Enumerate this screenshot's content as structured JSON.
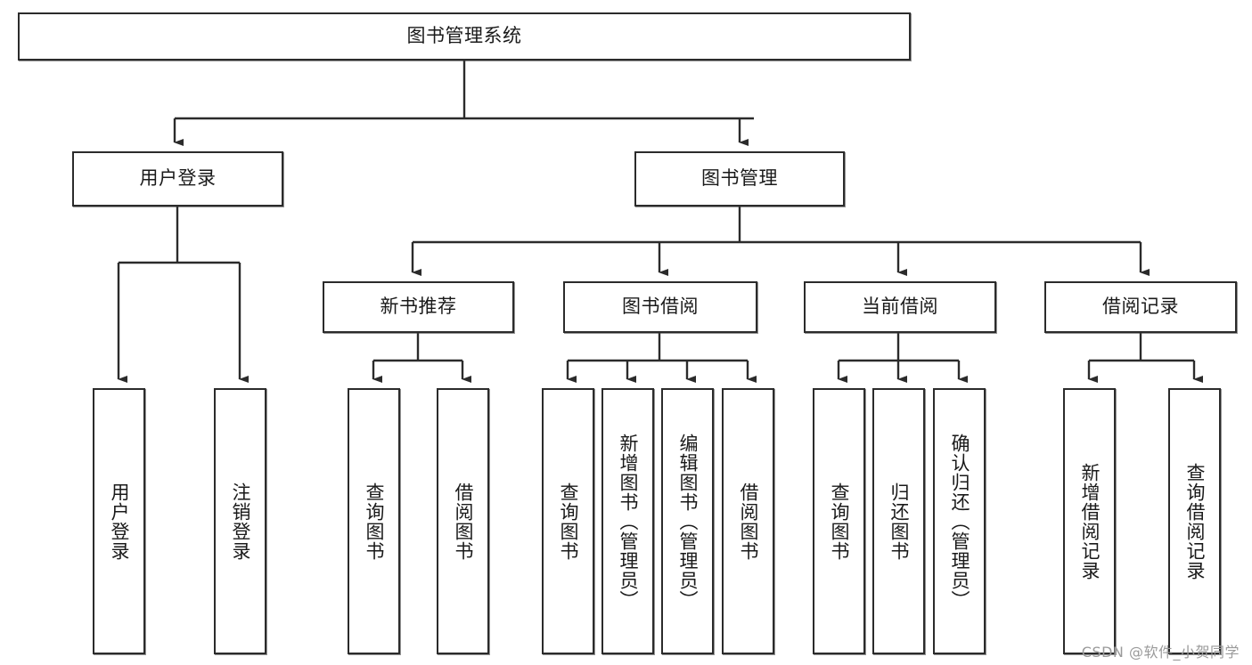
{
  "diagram": {
    "type": "tree",
    "title": "图书管理系统",
    "watermark": "CSDN @软件_小贺同学",
    "colors": {
      "box_border": "#2b2b2b",
      "box_fill": "#ffffff",
      "connector": "#2b2b2b",
      "text": "#1a1a1a",
      "watermark": "#9a9a9a"
    },
    "root": {
      "label": "图书管理系统"
    },
    "level2": [
      {
        "label": "用户登录"
      },
      {
        "label": "图书管理"
      }
    ],
    "level3": [
      {
        "label": "新书推荐"
      },
      {
        "label": "图书借阅"
      },
      {
        "label": "当前借阅"
      },
      {
        "label": "借阅记录"
      }
    ],
    "leaves": {
      "user_login": [
        {
          "label": "用户登录"
        },
        {
          "label": "注销登录"
        }
      ],
      "new_book_recommend": [
        {
          "label": "查询图书"
        },
        {
          "label": "借阅图书"
        }
      ],
      "book_borrow": [
        {
          "label": "查询图书"
        },
        {
          "label": "新增图书（管理员）"
        },
        {
          "label": "编辑图书（管理员）"
        },
        {
          "label": "借阅图书"
        }
      ],
      "current_borrow": [
        {
          "label": "查询图书"
        },
        {
          "label": "归还图书"
        },
        {
          "label": "确认归还（管理员）"
        }
      ],
      "borrow_record": [
        {
          "label": "新增借阅记录"
        },
        {
          "label": "查询借阅记录"
        }
      ]
    }
  }
}
